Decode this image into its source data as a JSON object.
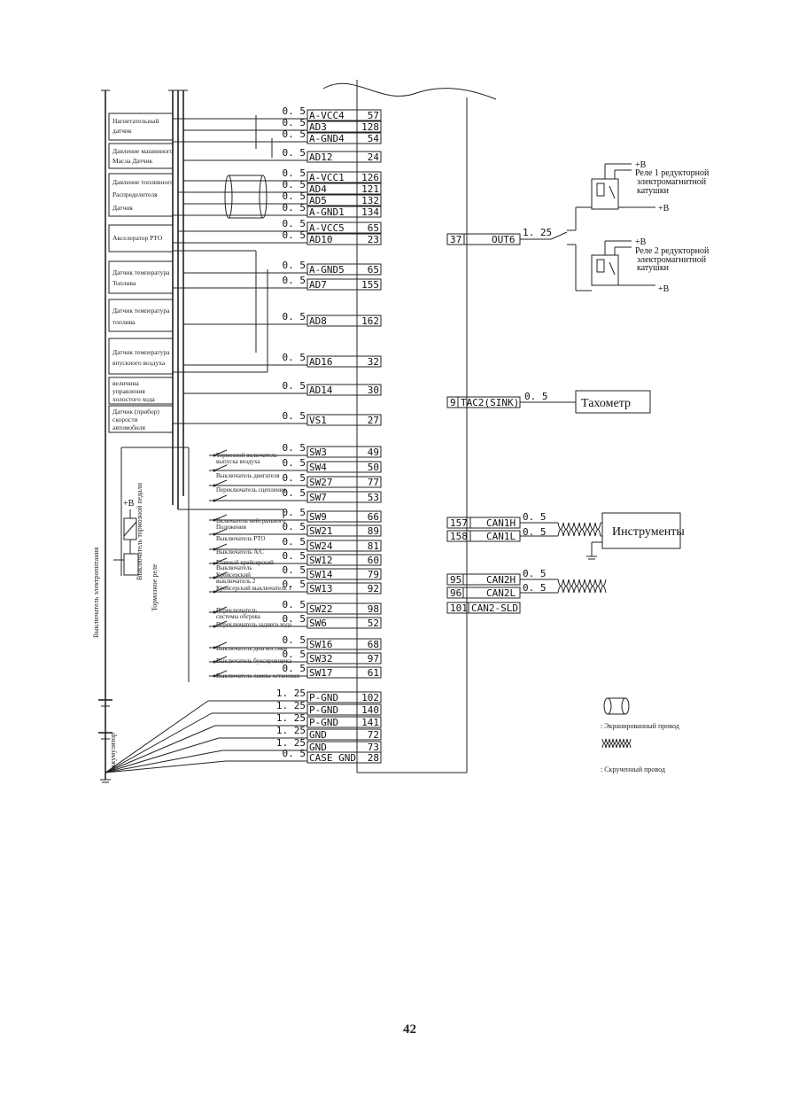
{
  "page_number": "42",
  "sensors": [
    {
      "line1": "Нагнетательный",
      "line2": "датчик"
    },
    {
      "line1": "Давление машинного",
      "line2": "Масла Датчик"
    },
    {
      "line1": "Давление топливного",
      "line2": "Распределителя",
      "line3": "Датчик"
    },
    {
      "line1": "Акселератор PTO"
    },
    {
      "line1": "Датчик температура",
      "line2": "Топлива"
    },
    {
      "line1": "Датчик температура",
      "line2": "топлива"
    },
    {
      "line1": "Датчик температура",
      "line2": "впускного воздуха"
    },
    {
      "line1": "величина",
      "line2": "управления",
      "line3": "холостого хода"
    },
    {
      "line1": "Датчик (прибор)",
      "line2": "скорости",
      "line3": "автомобиля"
    }
  ],
  "ecu_left_pins": [
    {
      "gauge": "0. 5",
      "name": "A-VCC4",
      "num": "57"
    },
    {
      "gauge": "0. 5",
      "name": "AD3",
      "num": "128"
    },
    {
      "gauge": "0. 5",
      "name": "A-GND4",
      "num": "54"
    },
    {
      "gauge": "0. 5",
      "name": "AD12",
      "num": "24"
    },
    {
      "gauge": "0. 5",
      "name": "A-VCC1",
      "num": "126"
    },
    {
      "gauge": "0. 5",
      "name": "AD4",
      "num": "121"
    },
    {
      "gauge": "0. 5",
      "name": "AD5",
      "num": "132"
    },
    {
      "gauge": "0. 5",
      "name": "A-GND1",
      "num": "134"
    },
    {
      "gauge": "0. 5",
      "name": "A-VCC5",
      "num": "65"
    },
    {
      "gauge": "0. 5",
      "name": "AD10",
      "num": "23"
    },
    {
      "gauge": "0. 5",
      "name": "A-GND5",
      "num": "65"
    },
    {
      "gauge": "0. 5",
      "name": "AD7",
      "num": "155"
    },
    {
      "gauge": "0. 5",
      "name": "AD8",
      "num": "162"
    },
    {
      "gauge": "0. 5",
      "name": "AD16",
      "num": "32"
    },
    {
      "gauge": "0. 5",
      "name": "AD14",
      "num": "30"
    },
    {
      "gauge": "0. 5",
      "name": "VS1",
      "num": "27"
    },
    {
      "gauge": "0. 5",
      "name": "SW3",
      "num": "49"
    },
    {
      "gauge": "0. 5",
      "name": "SW4",
      "num": "50"
    },
    {
      "gauge": "0. 5",
      "name": "SW27",
      "num": "77"
    },
    {
      "gauge": "0. 5",
      "name": "SW7",
      "num": "53"
    },
    {
      "gauge": "0. 5",
      "name": "SW9",
      "num": "66"
    },
    {
      "gauge": "0. 5",
      "name": "SW21",
      "num": "89"
    },
    {
      "gauge": "0. 5",
      "name": "SW24",
      "num": "81"
    },
    {
      "gauge": "0. 5",
      "name": "SW12",
      "num": "60"
    },
    {
      "gauge": "0. 5",
      "name": "SW14",
      "num": "79"
    },
    {
      "gauge": "0. 5",
      "name": "SW13",
      "num": "92"
    },
    {
      "gauge": "0. 5",
      "name": "SW22",
      "num": "98"
    },
    {
      "gauge": "0. 5",
      "name": "SW6",
      "num": "52"
    },
    {
      "gauge": "0. 5",
      "name": "SW16",
      "num": "68"
    },
    {
      "gauge": "0. 5",
      "name": "SW32",
      "num": "97"
    },
    {
      "gauge": "0. 5",
      "name": "SW17",
      "num": "61"
    },
    {
      "gauge": "1. 25",
      "name": "P-GND",
      "num": "102"
    },
    {
      "gauge": "1. 25",
      "name": "P-GND",
      "num": "140"
    },
    {
      "gauge": "1. 25",
      "name": "P-GND",
      "num": "141"
    },
    {
      "gauge": "1. 25",
      "name": "GND",
      "num": "72"
    },
    {
      "gauge": "1. 25",
      "name": "GND",
      "num": "73"
    },
    {
      "gauge": "0. 5",
      "name": "CASE GND",
      "num": "28"
    }
  ],
  "switch_labels": [
    {
      "l1": "Тормозной включатель",
      "l2": "выпуска воздуха"
    },
    {
      "l1": "Выключатель двигателя"
    },
    {
      "l1": "Переключатель сцепления"
    },
    {
      "l1": "Включатель нейтрального",
      "l2": "Положения"
    },
    {
      "l1": "Выключатель PTO"
    },
    {
      "l1": "Выключатель A/C"
    },
    {
      "l1": "Главный крейсерский",
      "l2": "Выключатель"
    },
    {
      "l1": "Крейсерский",
      "l2": "выключатель 2"
    },
    {
      "l1": "Крейсерский выключатель 1"
    },
    {
      "l1": "Переключатель",
      "l2": "системы обгрева"
    },
    {
      "l1": "Переключатель заднего хода"
    },
    {
      "l1": "Выключатель диагностики"
    },
    {
      "l1": "Выключатель буксировщика"
    },
    {
      "l1": "Выключатель лампы остановки"
    }
  ],
  "left_vertical_labels": {
    "power_switch": "Выключатель электропитания",
    "brake_relay": "Тормозное реле",
    "brake_pedal_switch": "Выключатель тормозной педали",
    "battery": "аккумулятор",
    "plus_b": "+B"
  },
  "right_pins": {
    "out6": {
      "num": "37",
      "name": "OUT6",
      "gauge": "1. 25"
    },
    "tac2": {
      "num": "9",
      "name": "TAC2(SINK)",
      "gauge": "0. 5"
    },
    "can1h": {
      "num": "157",
      "name": "CAN1H",
      "gauge": "0. 5"
    },
    "can1l": {
      "num": "158",
      "name": "CAN1L",
      "gauge": "0. 5"
    },
    "can2h": {
      "num": "95",
      "name": "CAN2H",
      "gauge": "0. 5"
    },
    "can2l": {
      "num": "96",
      "name": "CAN2L",
      "gauge": "0. 5"
    },
    "can2sld": {
      "num": "101",
      "name": "CAN2-SLD"
    }
  },
  "relays": {
    "relay1": {
      "l1": "Реле 1 редукторной",
      "l2": "электромагнитной",
      "l3": "катушки"
    },
    "relay2": {
      "l1": "Реле 2 редукторной",
      "l2": "электромагнитной",
      "l3": "катушки"
    },
    "plus_b": "+B"
  },
  "tachometer": "Тахометр",
  "instruments": "Инструменты",
  "legend": {
    "shielded": ": Экранированный провод",
    "twisted": ": Скрученный провод"
  }
}
